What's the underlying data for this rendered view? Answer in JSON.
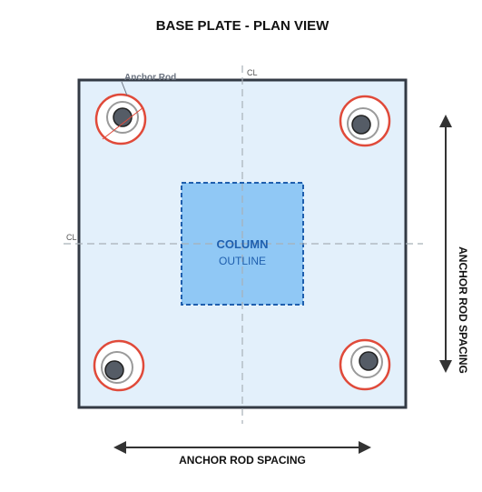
{
  "title": "BASE PLATE - PLAN VIEW",
  "centerline_label_vertical": "CL",
  "centerline_label_horizontal": "CL",
  "column": {
    "line1": "COLUMN",
    "line2": "OUTLINE"
  },
  "anchor_rod_label": "Anchor Rod",
  "dimension_vertical": "ANCHOR ROD SPACING",
  "dimension_horizontal": "ANCHOR ROD SPACING",
  "colors": {
    "plate_fill": "#e3f0fb",
    "plate_stroke": "#333a44",
    "column_fill": "#90c8f5",
    "column_stroke": "#1f5fae",
    "column_text": "#1f5fae",
    "rod_ring": "#e04a3a",
    "washer": "#9a9a9a",
    "rod_fill": "#555c66",
    "centerline": "#a8b0b8",
    "label_muted": "#6b7380",
    "dimension": "#333333"
  }
}
